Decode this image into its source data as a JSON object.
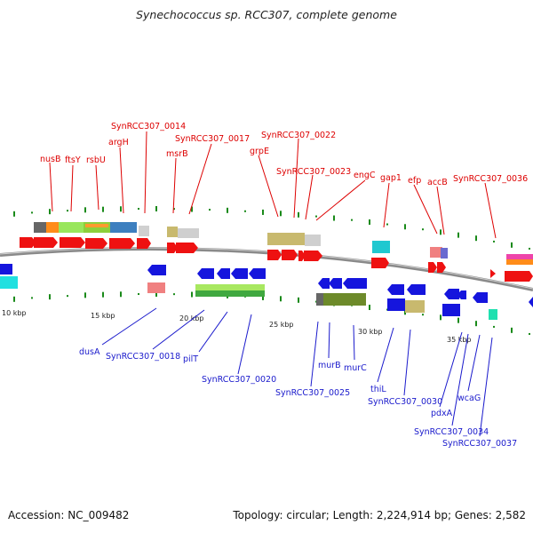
{
  "title": "Synechococcus sp. RCC307, complete genome",
  "footer": {
    "accession": "Accession: NC_009482",
    "summary": "Topology: circular; Length: 2,224,914 bp; Genes: 2,582"
  },
  "colors": {
    "forward_label": "#dd0000",
    "reverse_label": "#1a1acc",
    "forward_arrow": "#ee1111",
    "reverse_arrow": "#1515dd",
    "backbone": "#8a8a8a",
    "tick": "#1a8a1a"
  },
  "axis_labels": [
    "10 kbp",
    "15 kbp",
    "20 kbp",
    "25 kbp",
    "30 kbp",
    "35 kbp"
  ],
  "forward_labels": [
    "nusB",
    "ftsY",
    "rsbU",
    "argH",
    "SynRCC307_0014",
    "msrB",
    "SynRCC307_0017",
    "grpE",
    "SynRCC307_0022",
    "SynRCC307_0023",
    "engC",
    "gap1",
    "efp",
    "accB",
    "SynRCC307_0036"
  ],
  "reverse_labels": [
    "dusA",
    "SynRCC307_0018",
    "pilT",
    "SynRCC307_0020",
    "murB",
    "murC",
    "SynRCC307_0025",
    "thiL",
    "SynRCC307_0030",
    "pdxA",
    "wcaG",
    "SynRCC307_0034",
    "SynRCC307_0037"
  ]
}
